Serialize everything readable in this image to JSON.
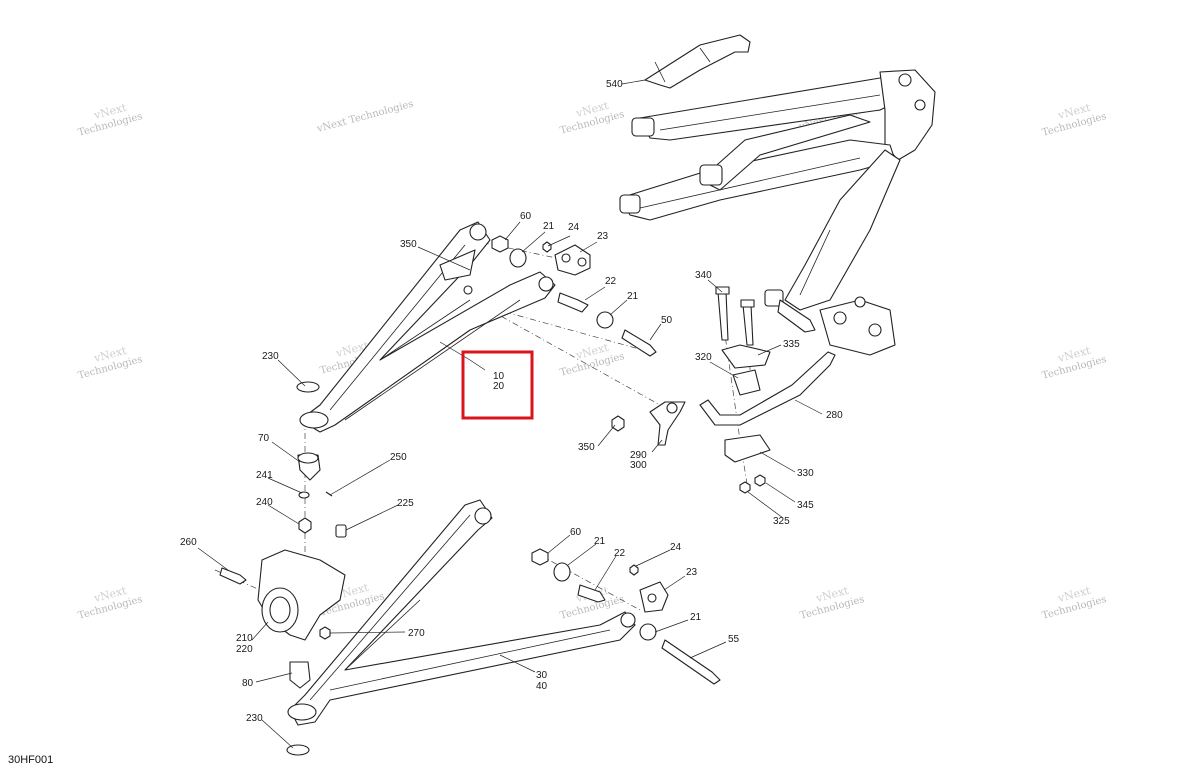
{
  "diagram": {
    "code": "30HF001",
    "highlight_color": "#d9141b",
    "highlight_lines": [
      "10",
      "20"
    ],
    "watermark_lines": [
      "vNext",
      "Technologies"
    ],
    "watermark_single": "vNext Technologies",
    "callouts": [
      "540",
      "60",
      "21",
      "24",
      "23",
      "350",
      "22",
      "21",
      "50",
      "230",
      "340",
      "320",
      "335",
      "350",
      "290",
      "300",
      "280",
      "70",
      "241",
      "250",
      "240",
      "225",
      "330",
      "345",
      "325",
      "260",
      "60",
      "21",
      "22",
      "24",
      "23",
      "21",
      "55",
      "210",
      "220",
      "270",
      "80",
      "30",
      "40",
      "230"
    ]
  }
}
